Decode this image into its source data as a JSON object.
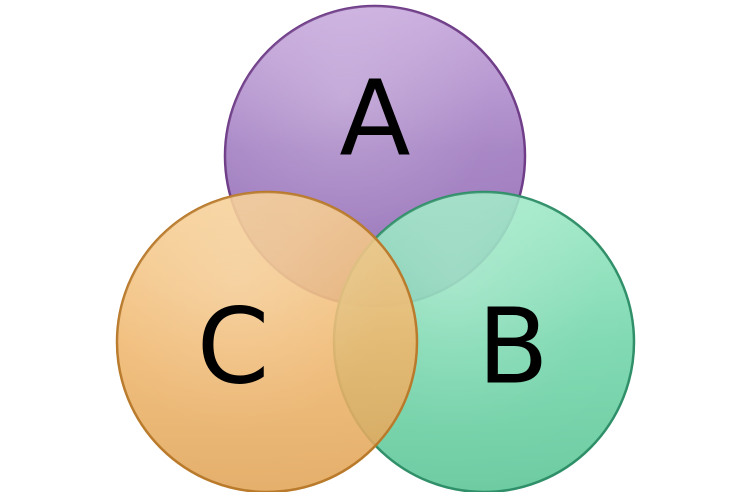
{
  "venn": {
    "circles": [
      {
        "id": "a",
        "label": "A",
        "fill": "#a07bc0",
        "stroke": "#6f3d88"
      },
      {
        "id": "b",
        "label": "B",
        "fill": "#6ed4a8",
        "stroke": "#2f8f68"
      },
      {
        "id": "c",
        "label": "C",
        "fill": "#efb56a",
        "stroke": "#b97a2b"
      }
    ]
  }
}
